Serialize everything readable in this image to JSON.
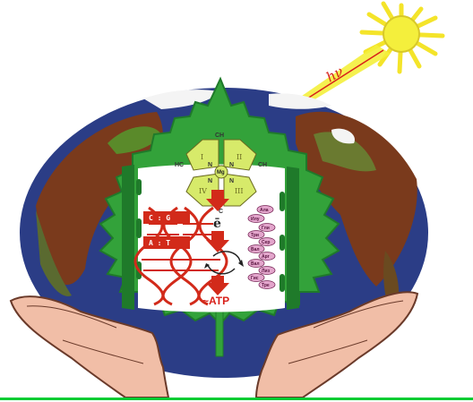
{
  "photon_label": "hν",
  "chlorophyll": {
    "ring_labels": [
      "I",
      "II",
      "III",
      "IV"
    ],
    "metal": "Mg",
    "atoms": [
      "CH",
      "HC",
      "CH",
      "C",
      "N",
      "N",
      "N",
      "N"
    ]
  },
  "electron_label": "ē",
  "atp_label": "~ATP",
  "dna_pairs": [
    "C : G",
    "A : T"
  ],
  "amino_acids": [
    "Ала",
    "Илу",
    "Гли",
    "Три",
    "Сер",
    "Вал",
    "Арг",
    "Вал",
    "Лиз",
    "Гис",
    "Тре"
  ],
  "colors": {
    "sun": "#f4ef3c",
    "ocean": "#2b3d86",
    "land": "#7a3a1c",
    "leaf": "#33a23a",
    "leaf_dark": "#1f7a2a",
    "dna": "#d22a1a",
    "amino_acid": "#e3a6cc",
    "arrow": "#d22a1a",
    "chlorophyll": "#d7ea6a",
    "hand": "#f1bea7",
    "baseline": "#00cc33"
  },
  "icons": [
    "sun-icon",
    "globe-icon",
    "leaf-icon",
    "chlorophyll-icon",
    "dna-icon",
    "hands-icon"
  ]
}
